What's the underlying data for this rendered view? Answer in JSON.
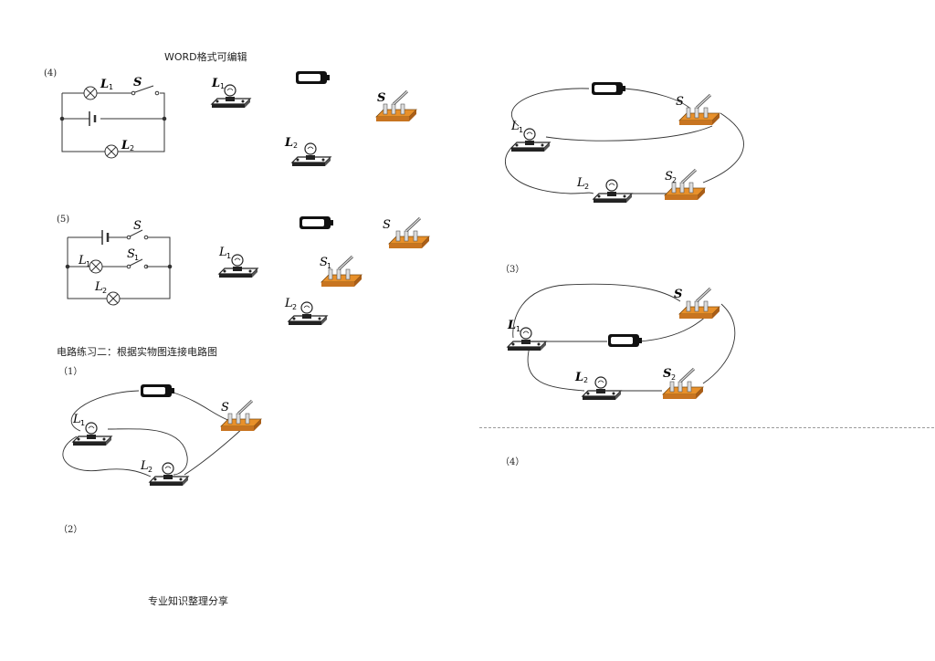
{
  "page": {
    "header": "WORD格式可编辑",
    "footer": "专业知识整理分享",
    "section_title": "电路练习二：根据实物图连接电路图"
  },
  "questions": {
    "q4_top": "(4)",
    "q5": "(5)",
    "q1": "（1）",
    "q2": "（2）",
    "q3": "（3）",
    "q4_right": "（4）"
  },
  "labels": {
    "L": "L",
    "S": "S",
    "sub1": "1",
    "sub2": "2"
  },
  "colors": {
    "switch_base": "#e8902a",
    "board_shadow": "#f5f5f5",
    "wire": "#333333"
  }
}
